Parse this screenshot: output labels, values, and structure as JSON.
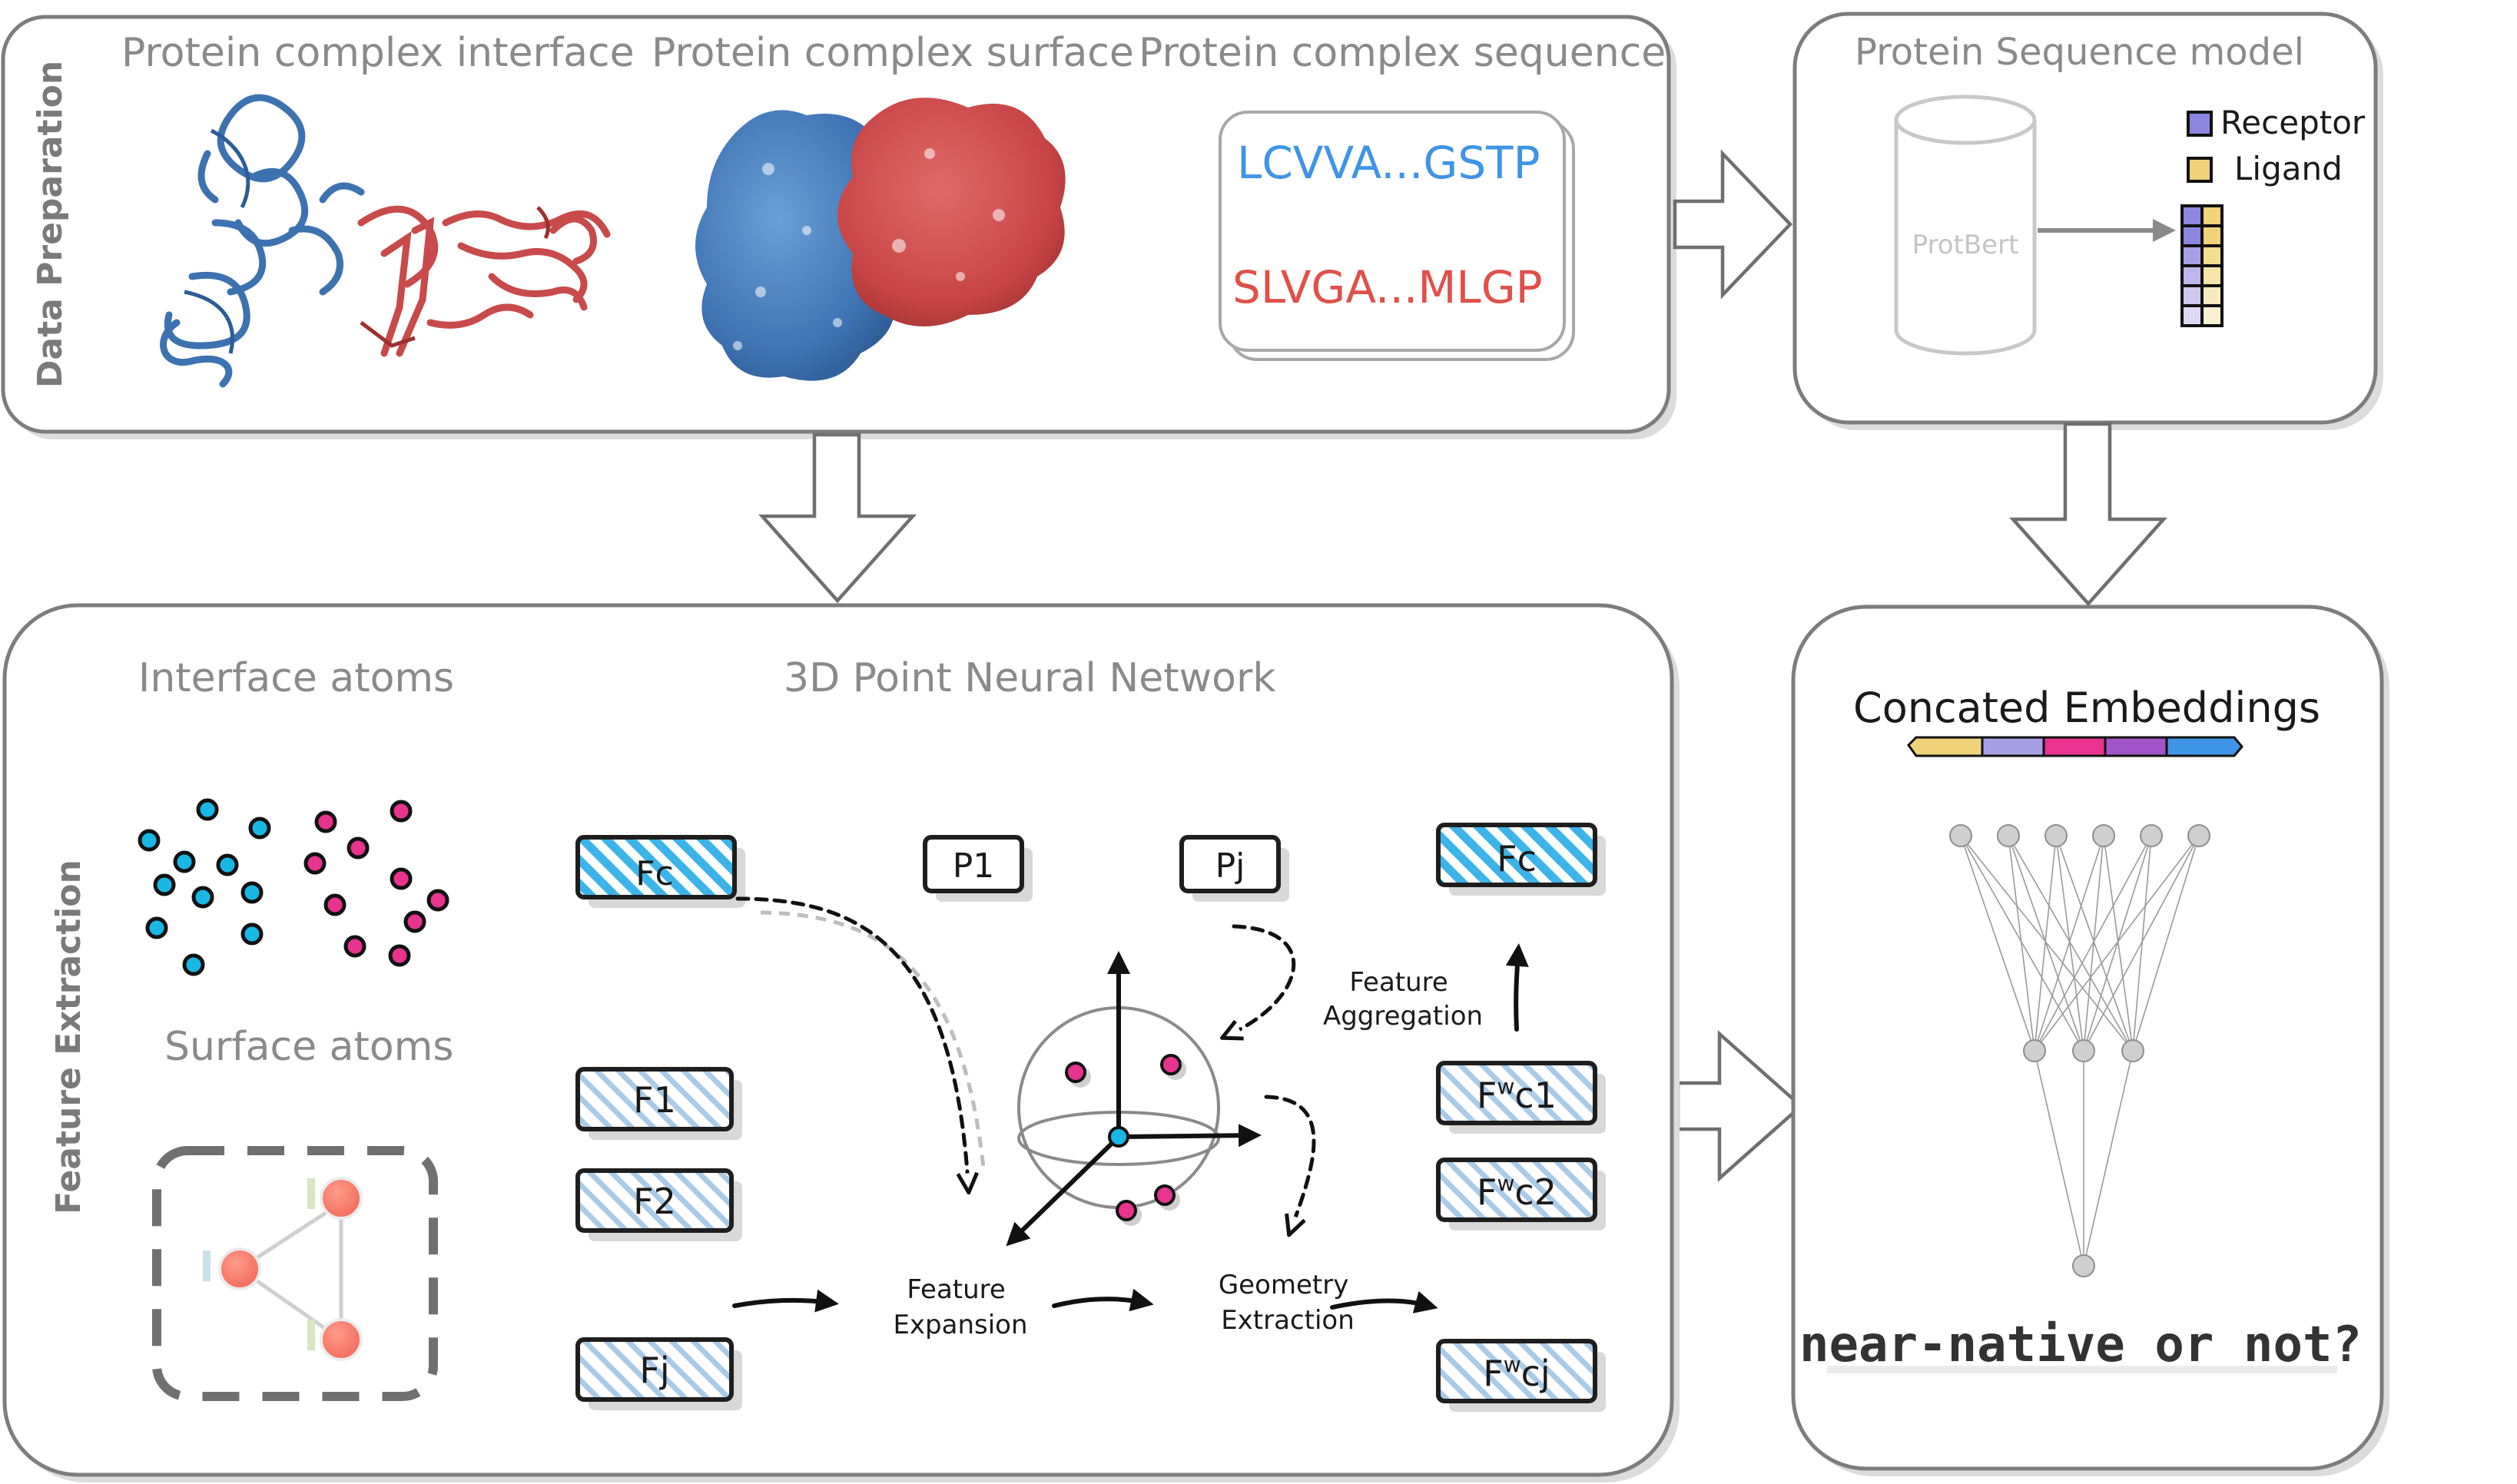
{
  "sections": {
    "data_preparation": "Data Preparation",
    "feature_extraction": "Feature Extraction"
  },
  "data_prep": {
    "interface_title": "Protein complex interface",
    "surface_title": "Protein complex surface",
    "sequence_title": "Protein complex sequence",
    "receptor_seq": "LCVVA...GSTP",
    "ligand_seq": "SLVGA...MLGP"
  },
  "seq_model": {
    "title": "Protein Sequence model",
    "model_name": "ProtBert",
    "legend_receptor": "Receptor",
    "legend_ligand": "Ligand"
  },
  "feature": {
    "interface_atoms": "Interface atoms",
    "surface_atoms": "Surface atoms",
    "network_title": "3D Point Neural Network",
    "fc_input": "Fc",
    "f1": "F1",
    "f2": "F2",
    "fj": "Fj",
    "p1": "P1",
    "pj": "Pj",
    "fc_output": "Fc",
    "fwc1": "c1",
    "fwc2": "c2",
    "fwcj": "cj",
    "fw_prefix": "F",
    "fw_sup": "w",
    "feature_aggregation": [
      "Feature",
      "Aggregation"
    ],
    "feature_expansion": [
      "Feature",
      "Expansion"
    ],
    "geometry_extraction": [
      "Geometry",
      "Extraction"
    ]
  },
  "classifier": {
    "title": "Concated Embeddings",
    "question": "near-native or not?"
  },
  "colors": {
    "receptor_blue": "#4a86c8",
    "ligand_red": "#d24b4b",
    "seq_blue": "#3f94e6",
    "seq_red": "#e0504a",
    "cyan_atom": "#19b7e6",
    "pink_atom": "#e8338f",
    "receptor_legend": "#8c86e0",
    "ligand_legend": "#f0d27a"
  },
  "icons": [
    "cylinder-model-icon",
    "sphere-axes-icon",
    "neural-network-icon"
  ]
}
